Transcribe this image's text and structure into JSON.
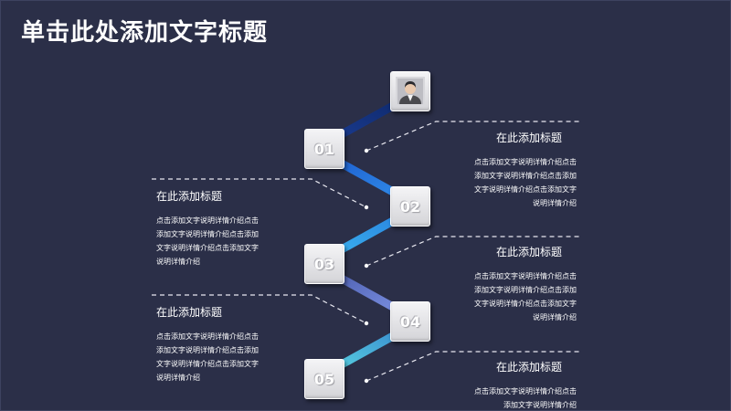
{
  "title": "单击此处添加文字标题",
  "steps": [
    {
      "label": "01"
    },
    {
      "label": "02"
    },
    {
      "label": "03"
    },
    {
      "label": "04"
    },
    {
      "label": "05"
    }
  ],
  "items": [
    {
      "heading": "在此添加标题",
      "body": "点击添加文字说明详情介绍点击添加文字说明详情介绍点击添加文字说明详情介绍点击添加文字说明详情介绍"
    },
    {
      "heading": "在此添加标题",
      "body": "点击添加文字说明详情介绍点击添加文字说明详情介绍点击添加文字说明详情介绍点击添加文字说明详情介绍"
    },
    {
      "heading": "在此添加标题",
      "body": "点击添加文字说明详情介绍点击添加文字说明详情介绍点击添加文字说明详情介绍点击添加文字说明详情介绍"
    },
    {
      "heading": "在此添加标题",
      "body": "点击添加文字说明详情介绍点击添加文字说明详情介绍点击添加文字说明详情介绍点击添加文字说明详情介绍"
    },
    {
      "heading": "在此添加标题",
      "body": "点击添加文字说明详情介绍点击添加文字说明详情介绍"
    }
  ],
  "colors": {
    "background": "#2b2f48",
    "connector_dark": "#1f3f8a",
    "connector_mid": "#1e6fd0",
    "connector_light": "#3aa0e8",
    "connector_purple": "#5a74c8",
    "connector_teal": "#4fc3d8"
  },
  "icons": {
    "top_box": "person-avatar-icon"
  }
}
